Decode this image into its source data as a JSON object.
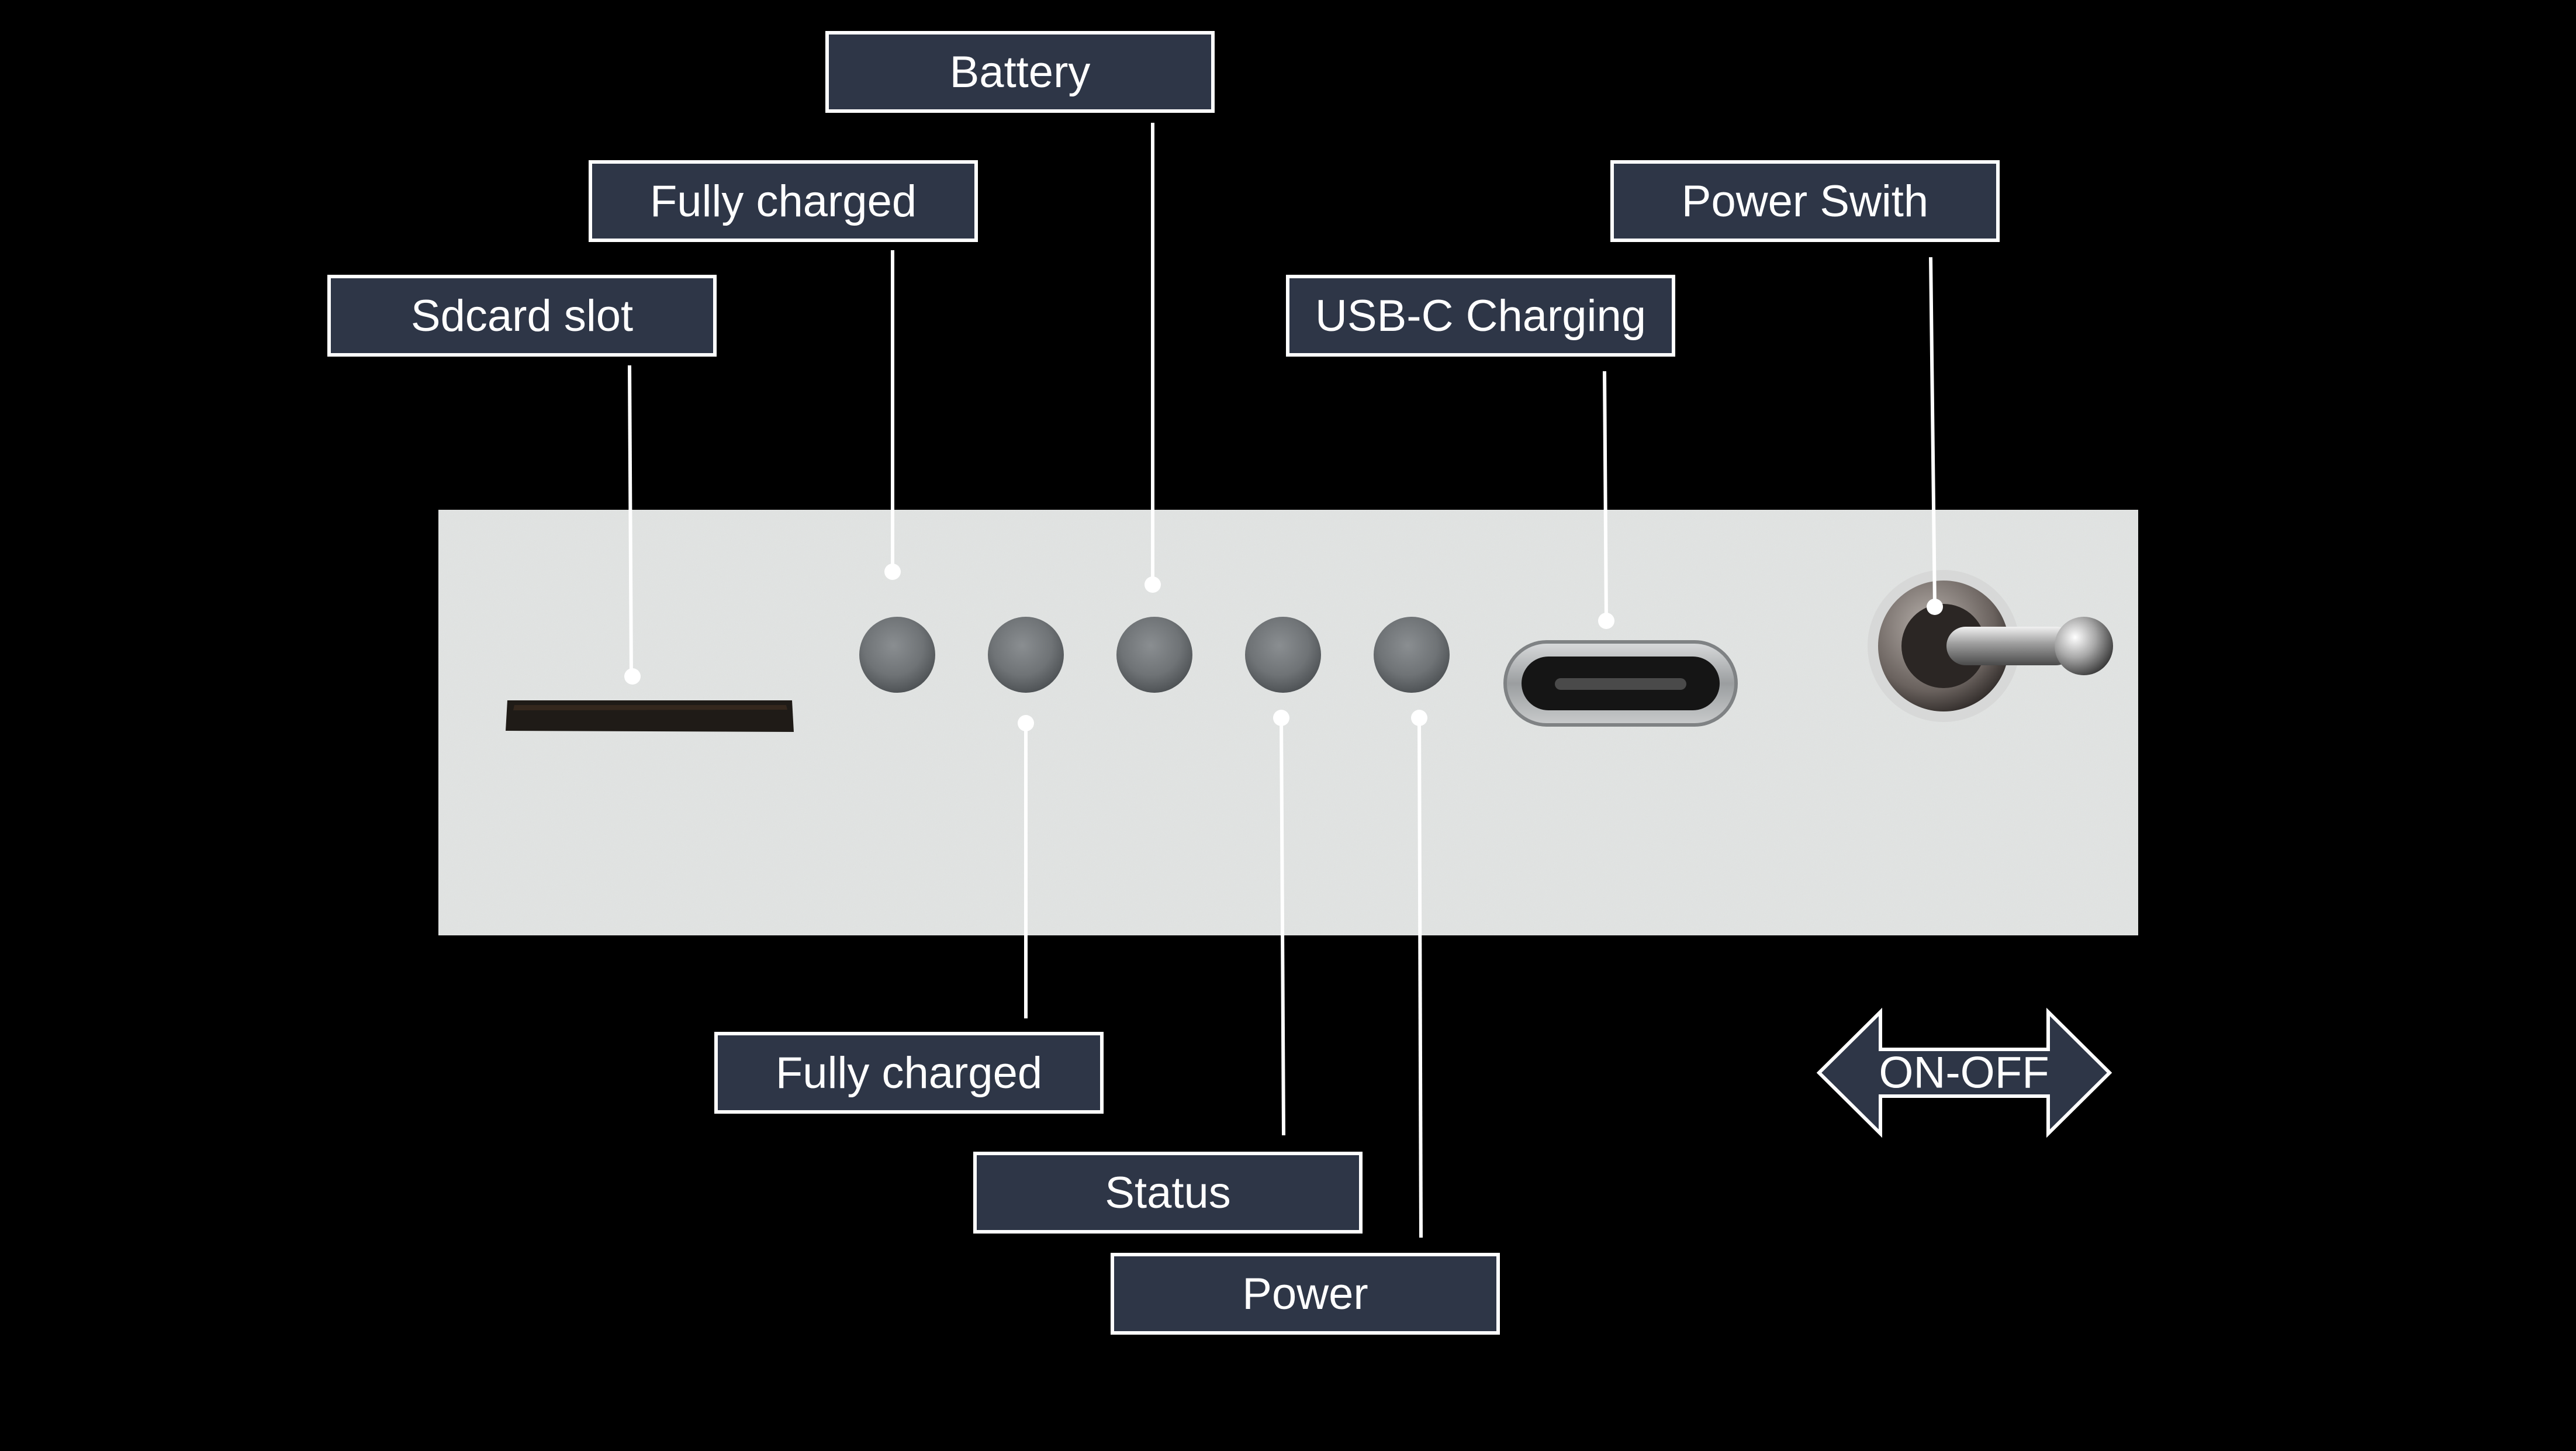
{
  "colors": {
    "background": "#000000",
    "label_fill": "#2e3647",
    "label_border": "#ffffff",
    "leader_line": "#ffffff",
    "panel": "#e2e4e3",
    "led": "#6f7376"
  },
  "labels": {
    "sdcard_slot": "Sdcard slot",
    "fully_charged_top": "Fully charged",
    "battery": "Battery",
    "usb_c_charging": "USB-C Charging",
    "power_switch": "Power Swith",
    "fully_charged_bottom": "Fully charged",
    "status": "Status",
    "power": "Power",
    "on_off": "ON-OFF"
  },
  "icons": {
    "panel": "device-front-panel",
    "sd_slot": "sd-card-slot-icon",
    "led": "led-indicator-icon",
    "usb_c": "usb-c-port-icon",
    "toggle": "toggle-switch-icon",
    "double_arrow": "double-arrow-icon"
  }
}
